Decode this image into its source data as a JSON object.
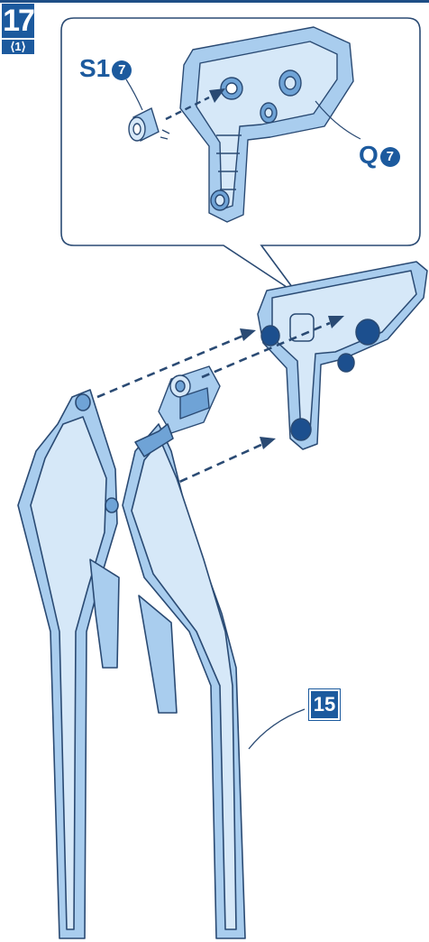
{
  "step": {
    "number": "17",
    "sub": "⟨1⟩"
  },
  "callout": {
    "part_s1": {
      "name": "S1",
      "number": "7"
    },
    "part_q": {
      "name": "Q",
      "number": "7"
    }
  },
  "reference": {
    "number": "15"
  },
  "colors": {
    "accent": "#1c5a9e",
    "part_fill": "#a9cdee",
    "part_light": "#d6e8f8",
    "part_shadow": "#6fa3d6",
    "outline": "#2a4a73"
  }
}
